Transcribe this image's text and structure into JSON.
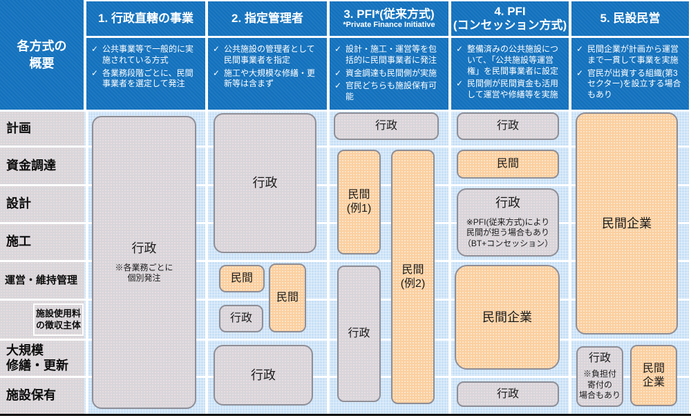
{
  "header": {
    "bullet_glyph": "✓",
    "overview": {
      "line1": "各方式の",
      "line2": "概要"
    },
    "columns": [
      {
        "title": "1. 行政直轄の事業",
        "bullets": [
          "公共事業等で一般的に実施されている方式",
          "各業務段階ごとに、民間事業者を選定して発注"
        ]
      },
      {
        "title": "2. 指定管理者",
        "bullets": [
          "公共施設の管理者として民間事業者を指定",
          "施工や大規模な修繕・更新等は含まず"
        ]
      },
      {
        "title": "3. PFI*(従来方式)",
        "subtitle": "*Private Finance Initiative",
        "bullets": [
          "設計・施工・運営等を包括的に民間事業者に発注",
          "資金調達も民間側が実施",
          "官民どちらも施設保有可能"
        ]
      },
      {
        "title_line1": "4. PFI",
        "title_line2": "(コンセッション方式)",
        "bullets": [
          "整備済みの公共施設について、「公共施設等運営権」を民間事業者に設定",
          "民間側が民間資金も活用して運営や修繕等を実施"
        ]
      },
      {
        "title": "5. 民設民営",
        "bullets": [
          "民間企業が計画から運営まで一貫して事業を実施",
          "官民が出資する組織(第3セクター)を設立する場合もあり"
        ]
      }
    ]
  },
  "rows": {
    "plan": "計画",
    "funding": "資金調達",
    "design": "設計",
    "construction": "施工",
    "operation": "運営・維持管理",
    "fee_line1": "施設使用料",
    "fee_line2": "の徴収主体",
    "renewal_line1": "大規模",
    "renewal_line2": "修繕・更新",
    "ownership": "施設保有"
  },
  "diagram": {
    "col1": {
      "main": "行政",
      "main_note": [
        "※各業務ごとに",
        "個別発注"
      ]
    },
    "col2": {
      "top": "行政",
      "ops_private": "民間",
      "fee_gov": "行政",
      "span_private": "民間",
      "bottom": "行政"
    },
    "col3": {
      "top": "行政",
      "ex1_line1": "民間",
      "ex1_line2": "(例1)",
      "gov": "行政",
      "ex2_line1": "民間",
      "ex2_line2": "(例2)"
    },
    "col4": {
      "top": "行政",
      "funding": "民間",
      "design": "行政",
      "design_note": [
        "※PFI(従来方式)により",
        "民間が担う場合もあり",
        "（BT+コンセッション）"
      ],
      "ops": "民間企業",
      "bottom": "行政"
    },
    "col5": {
      "main": "民間企業",
      "gov": "行政",
      "gov_note": [
        "※負担付",
        "寄付の",
        "場合もあり"
      ],
      "priv_line1": "民間",
      "priv_line2": "企業"
    }
  },
  "colors": {
    "header_blue": "#1271bd",
    "content_bg_blue": "#c7e0f6",
    "gov_box_gray": "#d8d5da",
    "private_box_orange": "#fbcf9f",
    "box_border": "#8e8e97",
    "bottom_border": "#000000"
  }
}
